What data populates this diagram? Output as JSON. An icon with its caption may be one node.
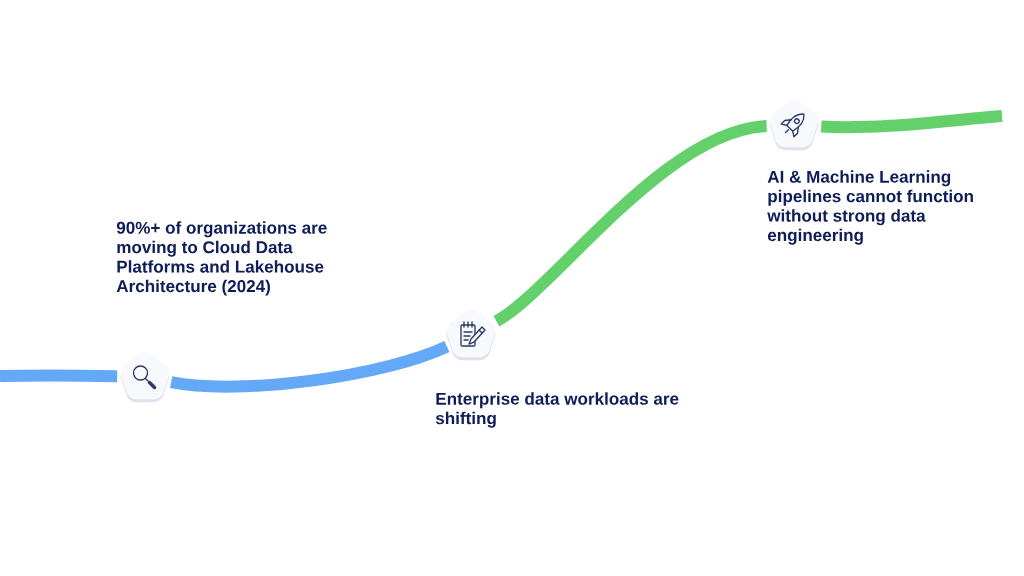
{
  "diagram": {
    "nodes": [
      {
        "text": [],
        "shape": "pentagon",
        "beside": [
          "90%+ of organizations are moving to Cloud Data Platforms and Lakehouse Architecture (2024)"
        ]
      },
      {
        "text": [],
        "shape": "pentagon",
        "beside": [
          "Enterprise data workloads are shifting"
        ]
      },
      {
        "text": [],
        "shape": "pentagon",
        "beside": [
          "AI & Machine Learning pipelines cannot function without strong data engineering"
        ]
      }
    ],
    "edges": [
      {
        "from": null,
        "to": 0,
        "arrow": "none"
      },
      {
        "from": 0,
        "to": 1,
        "arrow": "none"
      },
      {
        "from": 1,
        "to": 2,
        "arrow": "none",
        "color": "#64d06c"
      },
      {
        "from": 2,
        "to": null,
        "arrow": "none",
        "color": "#64d06c"
      }
    ]
  }
}
